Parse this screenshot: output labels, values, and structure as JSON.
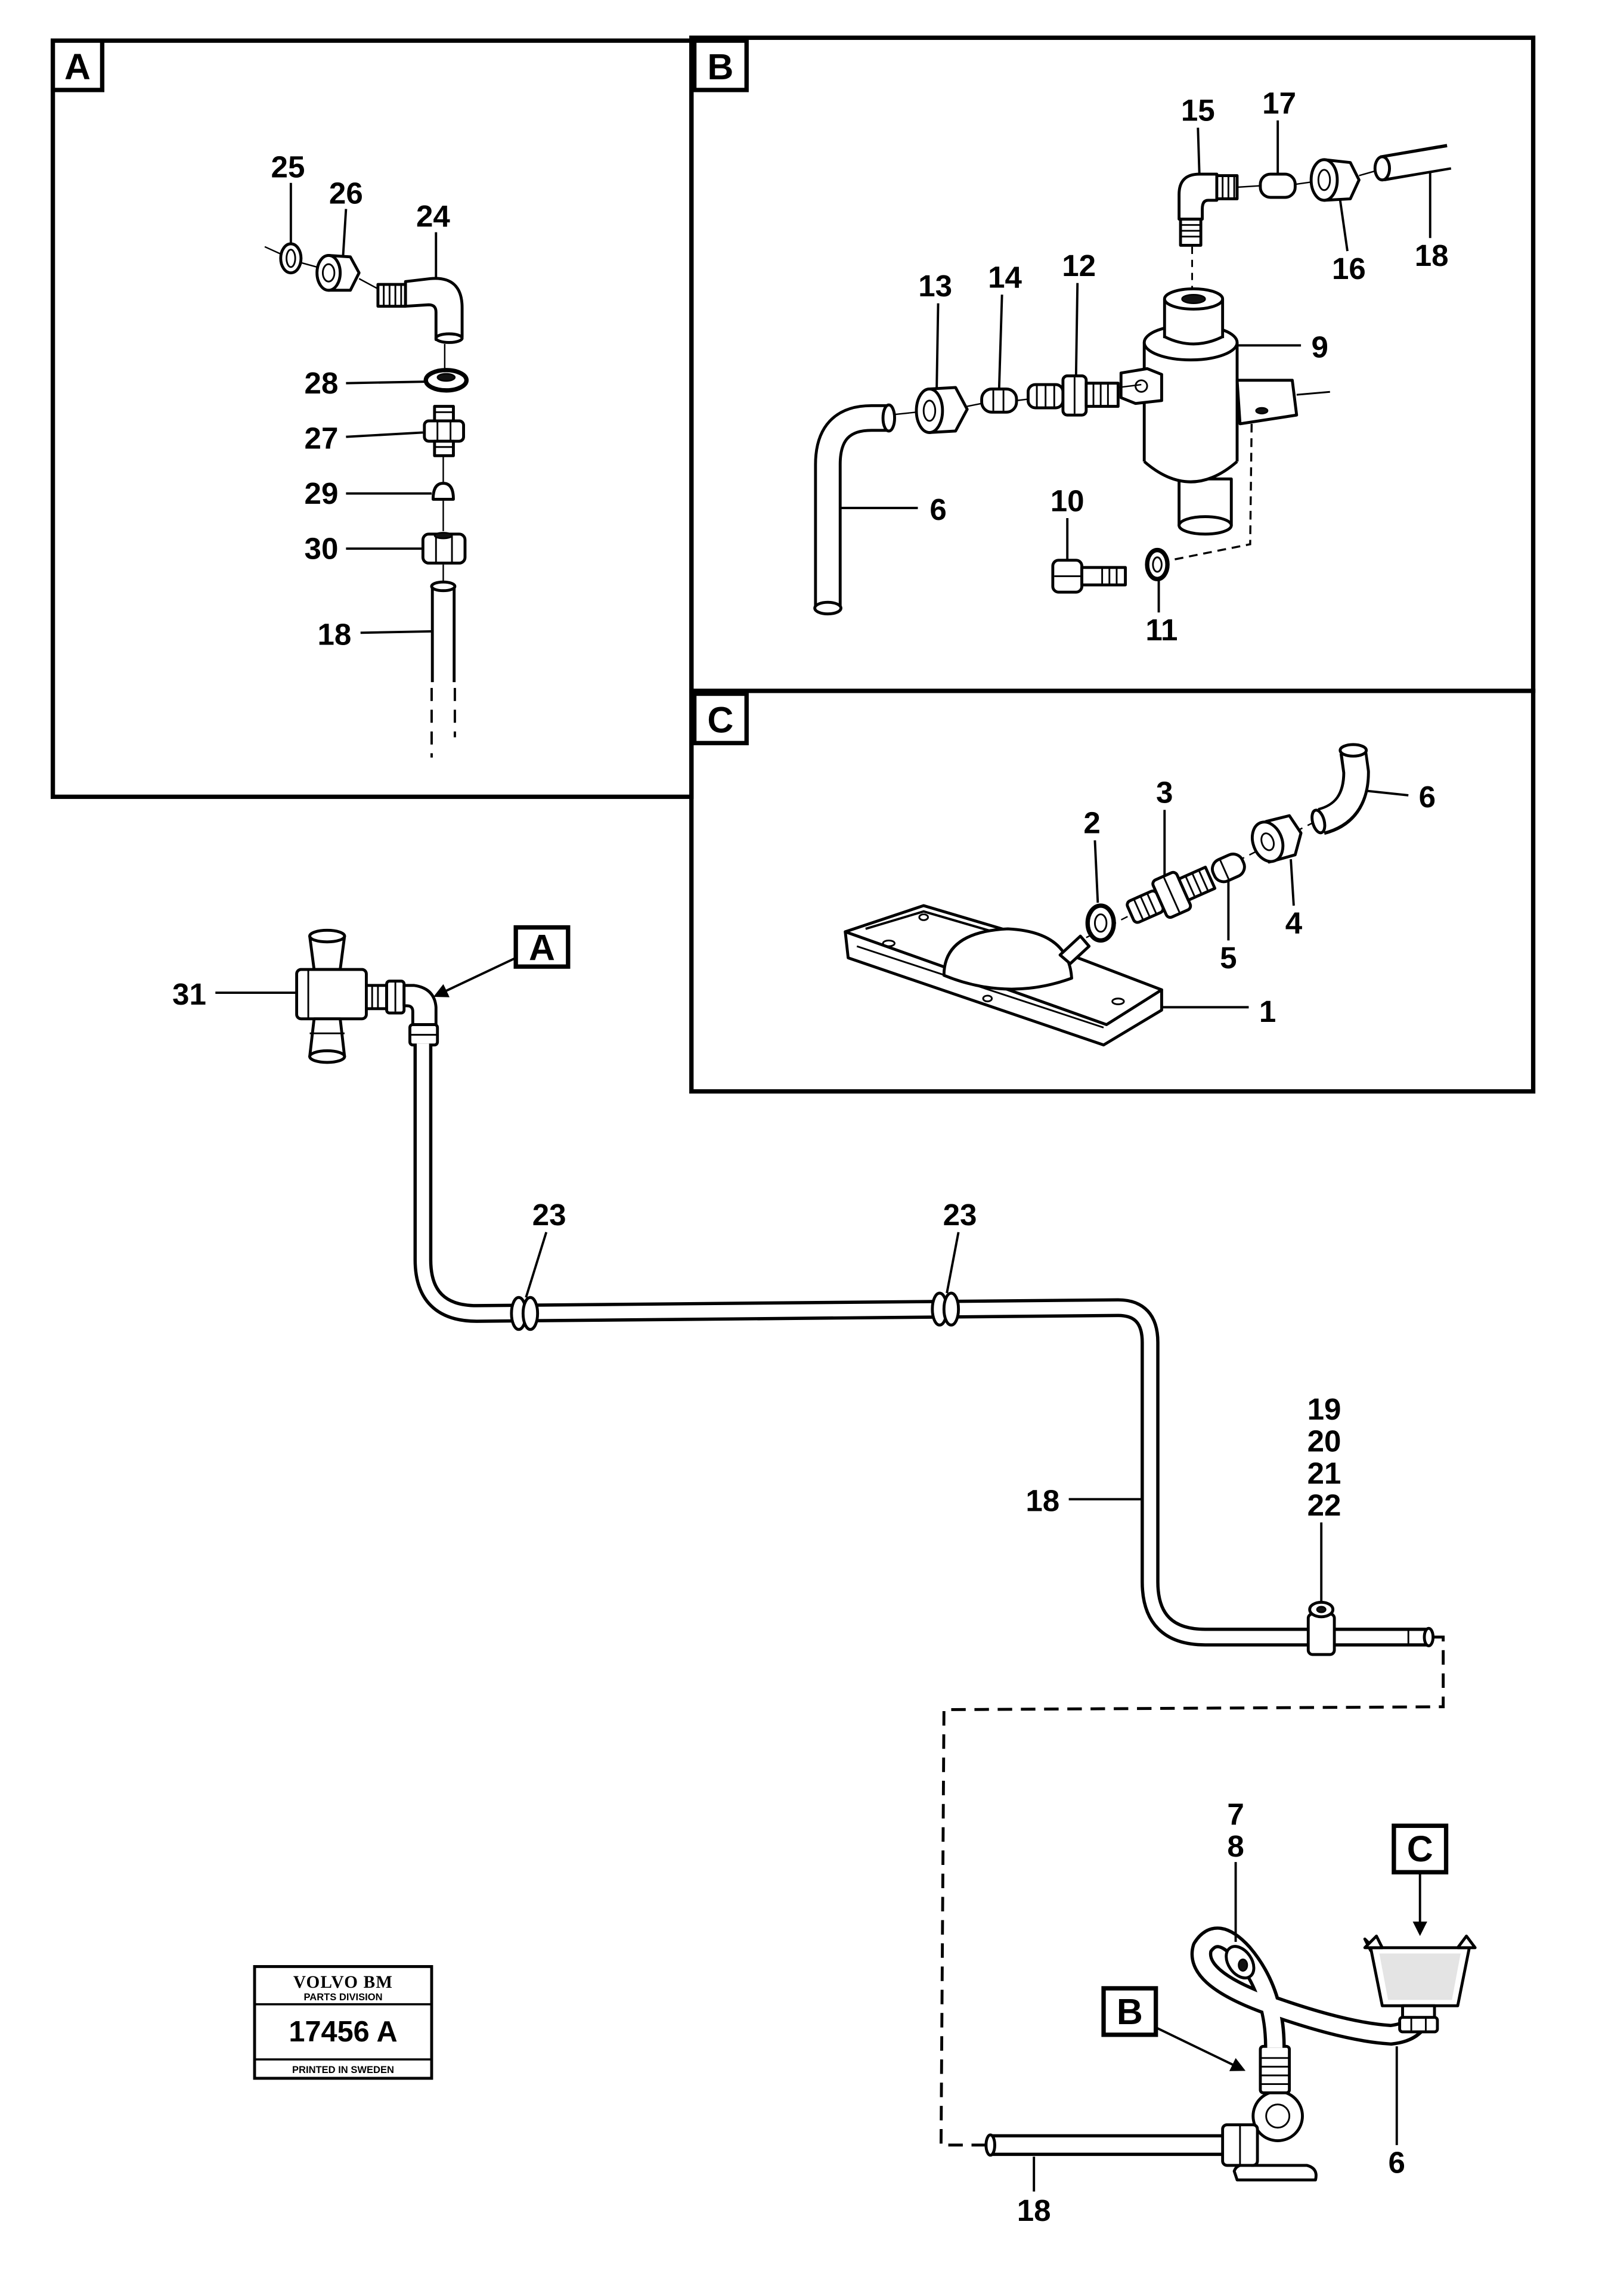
{
  "colors": {
    "ink": "#000000",
    "paper": "#ffffff"
  },
  "panel_a": {
    "tag": "A",
    "callouts": [
      "25",
      "26",
      "24",
      "28",
      "27",
      "29",
      "30",
      "18"
    ]
  },
  "panel_b": {
    "tag": "B",
    "callouts": [
      "15",
      "17",
      "16",
      "18",
      "13",
      "14",
      "12",
      "9",
      "6",
      "10",
      "11"
    ]
  },
  "panel_c": {
    "tag": "C",
    "callouts": [
      "3",
      "2",
      "6",
      "5",
      "4",
      "1"
    ]
  },
  "main": {
    "tags": {
      "a": "A",
      "b": "B",
      "c": "C"
    },
    "callouts": [
      "31",
      "23",
      "23",
      "18",
      "19",
      "20",
      "21",
      "22",
      "7",
      "8",
      "6",
      "18"
    ]
  },
  "stamp": {
    "brand": "VOLVO BM",
    "division": "PARTS DIVISION",
    "number": "17456 A",
    "footer": "PRINTED IN SWEDEN"
  }
}
